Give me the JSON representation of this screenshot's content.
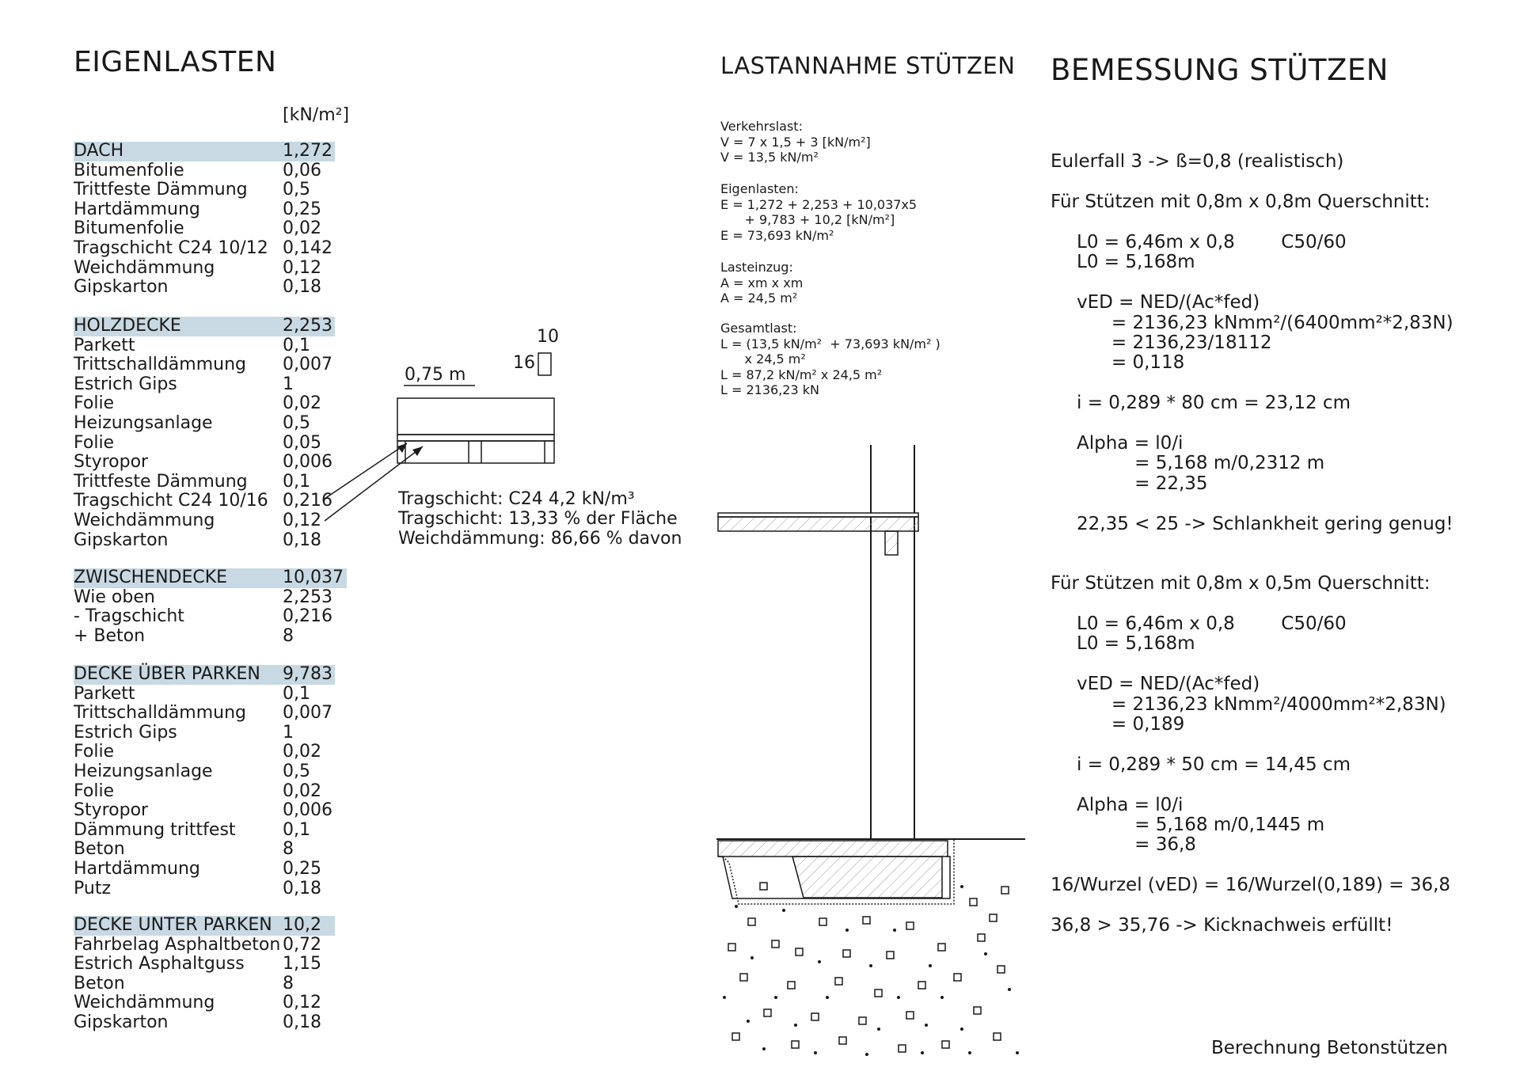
{
  "left": {
    "title": "EIGENLASTEN",
    "unit": "[kN/m²]",
    "groups": [
      {
        "name": "DACH",
        "total": "1,272",
        "items": [
          {
            "label": "Bitumenfolie",
            "value": "0,06"
          },
          {
            "label": "Trittfeste Dämmung",
            "value": "0,5"
          },
          {
            "label": "Hartdämmung",
            "value": "0,25"
          },
          {
            "label": "Bitumenfolie",
            "value": "0,02"
          },
          {
            "label": "Tragschicht C24 10/12",
            "value": "0,142"
          },
          {
            "label": "Weichdämmung",
            "value": "0,12"
          },
          {
            "label": "Gipskarton",
            "value": "0,18"
          }
        ]
      },
      {
        "name": "HOLZDECKE",
        "total": "2,253",
        "items": [
          {
            "label": "Parkett",
            "value": "0,1"
          },
          {
            "label": "Trittschalldämmung",
            "value": "0,007"
          },
          {
            "label": "Estrich Gips",
            "value": "1"
          },
          {
            "label": "Folie",
            "value": "0,02"
          },
          {
            "label": "Heizungsanlage",
            "value": "0,5"
          },
          {
            "label": "Folie",
            "value": "0,05"
          },
          {
            "label": "Styropor",
            "value": "0,006"
          },
          {
            "label": "Trittfeste Dämmung",
            "value": "0,1"
          },
          {
            "label": "Tragschicht C24 10/16",
            "value": "0,216"
          },
          {
            "label": "Weichdämmung",
            "value": "0,12"
          },
          {
            "label": "Gipskarton",
            "value": "0,18"
          }
        ]
      },
      {
        "name": "ZWISCHENDECKE",
        "total": "10,037",
        "items": [
          {
            "label": "Wie oben",
            "value": "2,253"
          },
          {
            "label": "- Tragschicht",
            "value": "0,216"
          },
          {
            "label": "+ Beton",
            "value": "8"
          }
        ]
      },
      {
        "name": "DECKE ÜBER PARKEN",
        "total": "9,783",
        "items": [
          {
            "label": "Parkett",
            "value": "0,1"
          },
          {
            "label": "Trittschalldämmung",
            "value": "0,007"
          },
          {
            "label": "Estrich Gips",
            "value": "1"
          },
          {
            "label": "Folie",
            "value": "0,02"
          },
          {
            "label": "Heizungsanlage",
            "value": "0,5"
          },
          {
            "label": "Folie",
            "value": "0,02"
          },
          {
            "label": "Styropor",
            "value": "0,006"
          },
          {
            "label": "Dämmung trittfest",
            "value": "0,1"
          },
          {
            "label": "Beton",
            "value": "8"
          },
          {
            "label": "Hartdämmung",
            "value": "0,25"
          },
          {
            "label": "Putz",
            "value": "0,18"
          }
        ]
      },
      {
        "name": "DECKE UNTER PARKEN",
        "total": "10,2",
        "items": [
          {
            "label": "Fahrbelag Asphaltbeton",
            "value": "0,72"
          },
          {
            "label": "Estrich Asphaltguss",
            "value": "1,15"
          },
          {
            "label": "Beton",
            "value": "8"
          },
          {
            "label": "Weichdämmung",
            "value": "0,12"
          },
          {
            "label": "Gipskarton",
            "value": "0,18"
          }
        ]
      }
    ]
  },
  "detail": {
    "dim_width": "0,75 m",
    "dim_10": "10",
    "dim_16": "16",
    "notes": "Tragschicht: C24 4,2 kN/m³\nTragschicht: 13,33 % der Fläche\nWeichdämmung: 86,66 % davon"
  },
  "middle": {
    "title": "LASTANNAHME STÜTZEN",
    "verkehr": "Verkehrslast:\nV = 7 x 1,5 + 3 [kN/m²]\nV = 13,5 kN/m²",
    "eigen": "Eigenlasten:\nE = 1,272 + 2,253 + 10,037x5\n      + 9,783 + 10,2 [kN/m²]\nE = 73,693 kN/m²",
    "einzug": "Lasteinzug:\nA = xm x xm\nA = 24,5 m²",
    "gesamt": "Gesamtlast:\nL = (13,5 kN/m²  + 73,693 kN/m² )\n      x 24,5 m²\nL = 87,2 kN/m² x 24,5 m²\nL = 2136,23 kN"
  },
  "right": {
    "title": "BEMESSUNG STÜTZEN",
    "euler": "Eulerfall 3 -> ß=0,8 (realistisch)",
    "case1_title": "Für Stützen mit 0,8m x 0,8m Querschnitt:",
    "case1_body": "L0 = 6,46m x 0,8        C50/60\nL0 = 5,168m\n\nvED = NED/(Ac*fed)\n      = 2136,23 kNmm²/(6400mm²*2,83N)\n      = 2136,23/18112\n      = 0,118\n\ni = 0,289 * 80 cm = 23,12 cm\n\nAlpha = l0/i\n          = 5,168 m/0,2312 m\n          = 22,35\n\n22,35 < 25 -> Schlankheit gering genug!",
    "case2_title": "Für Stützen mit 0,8m x 0,5m Querschnitt:",
    "case2_body": "L0 = 6,46m x 0,8        C50/60\nL0 = 5,168m\n\nvED = NED/(Ac*fed)\n      = 2136,23 kNmm²/4000mm²*2,83N)\n      = 0,189\n\ni = 0,289 * 50 cm = 14,45 cm\n\nAlpha = l0/i\n          = 5,168 m/0,1445 m\n          = 36,8",
    "wurzel": "16/Wurzel (vED) = 16/Wurzel(0,189) = 36,8",
    "kick": "36,8 > 35,76 -> Kicknachweis erfüllt!",
    "footer": "Berechnung Betonstützen"
  }
}
